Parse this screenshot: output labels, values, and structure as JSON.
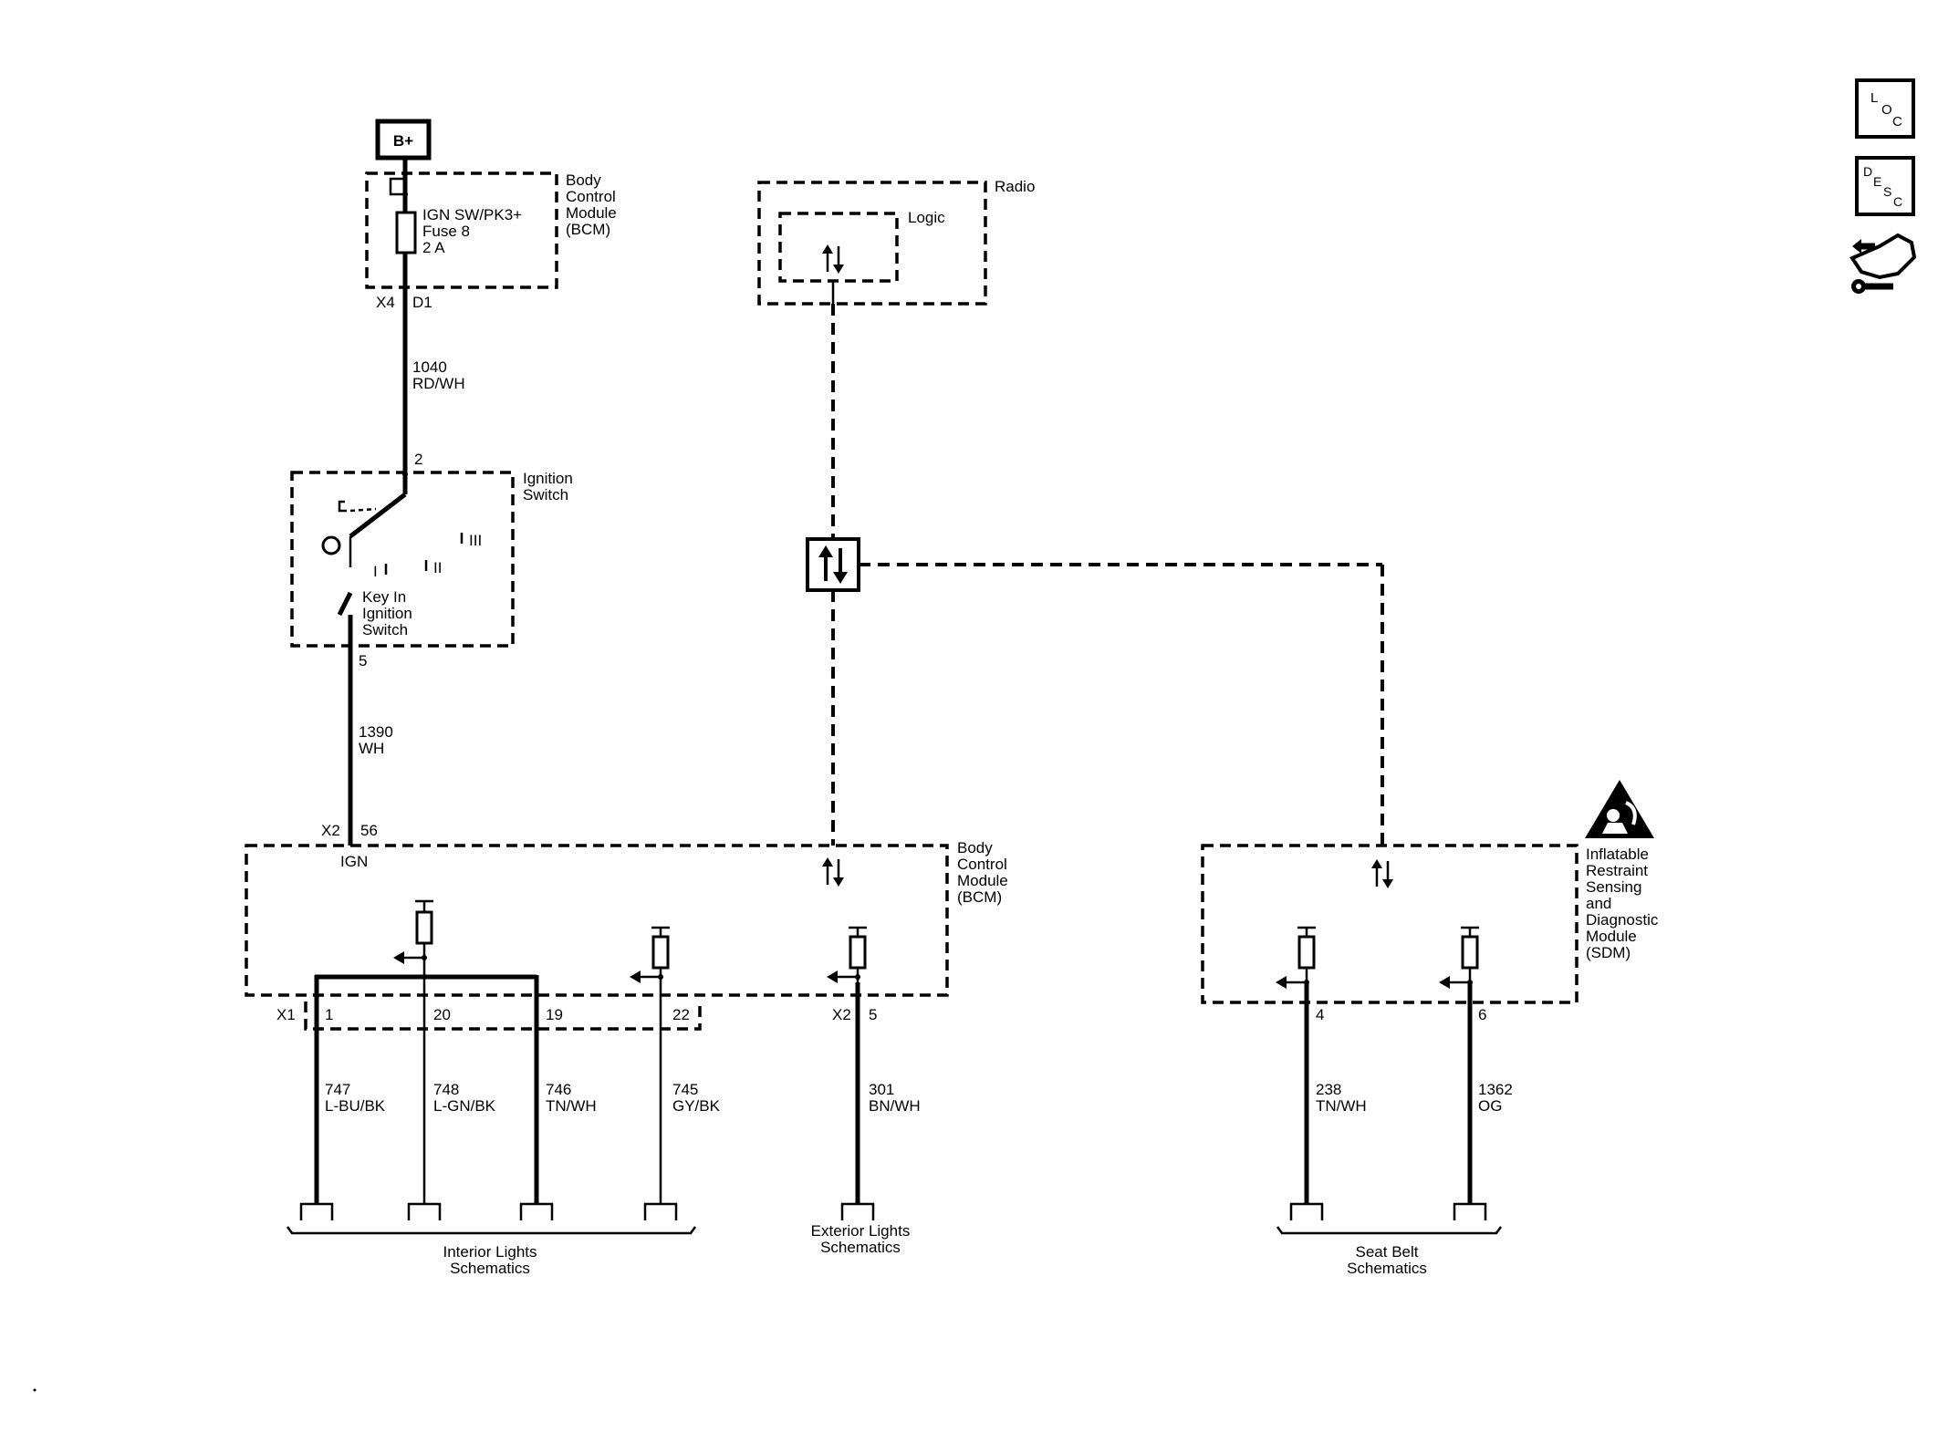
{
  "supply": {
    "label": "B+"
  },
  "bcm_fuse": {
    "module_name": [
      "Body",
      "Control",
      "Module",
      "(BCM)"
    ],
    "fuse": [
      "IGN SW/PK3+",
      "Fuse 8",
      "2 A"
    ],
    "connector": "X4",
    "pin": "D1"
  },
  "wire_1040": {
    "circuit": "1040",
    "color": "RD/WH"
  },
  "ignition_switch": {
    "name": [
      "Ignition",
      "Switch"
    ],
    "pin_in": "2",
    "pin_out": "5",
    "positions": [
      "I",
      "II",
      "III"
    ],
    "key_switch": [
      "Key In",
      "Ignition",
      "Switch"
    ]
  },
  "wire_1390": {
    "circuit": "1390",
    "color": "WH"
  },
  "radio": {
    "name": "Radio",
    "logic": "Logic"
  },
  "bcm_main": {
    "name": [
      "Body",
      "Control",
      "Module",
      "(BCM)"
    ],
    "connector_x2": "X2",
    "pin_ign": "56",
    "ign_label": "IGN",
    "connector_x1": "X1",
    "x1_pins": [
      "1",
      "20",
      "19",
      "22"
    ],
    "connector_x2_out": "X2",
    "x2_pin_out": "5"
  },
  "outputs": [
    {
      "circuit": "747",
      "color": "L-BU/BK"
    },
    {
      "circuit": "748",
      "color": "L-GN/BK"
    },
    {
      "circuit": "746",
      "color": "TN/WH"
    },
    {
      "circuit": "745",
      "color": "GY/BK"
    },
    {
      "circuit": "301",
      "color": "BN/WH"
    },
    {
      "circuit": "238",
      "color": "TN/WH"
    },
    {
      "circuit": "1362",
      "color": "OG"
    }
  ],
  "sdm": {
    "name": [
      "Inflatable",
      "Restraint",
      "Sensing",
      "and",
      "Diagnostic",
      "Module",
      "(SDM)"
    ],
    "pins": [
      "4",
      "6"
    ]
  },
  "references": {
    "interior": [
      "Interior Lights",
      "Schematics"
    ],
    "exterior": [
      "Exterior Lights",
      "Schematics"
    ],
    "seatbelt": [
      "Seat Belt",
      "Schematics"
    ]
  },
  "nav_icons": {
    "loc": [
      "L",
      "O",
      "C"
    ],
    "desc": [
      "D",
      "E",
      "S",
      "C"
    ],
    "tool_icon": "hand-wrench-icon",
    "warning_icon": "airbag-warning-icon"
  }
}
